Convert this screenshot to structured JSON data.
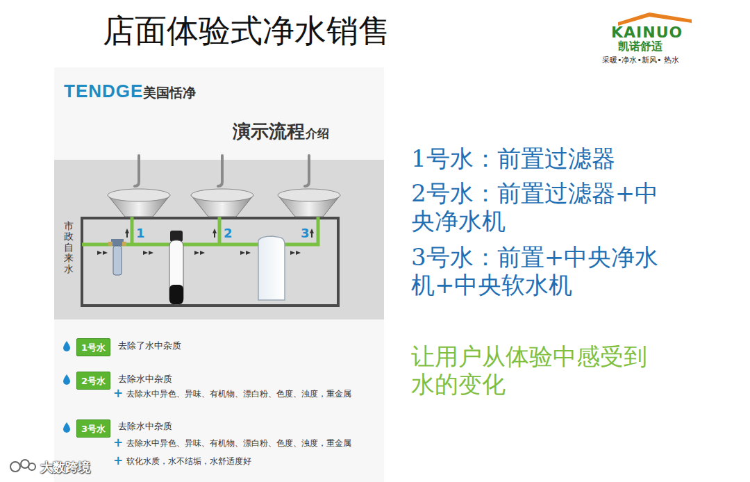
{
  "diagram": {
    "title": "店面体验式净水销售",
    "nodes": [
      {
        "text": [
          "市政自来水"
        ]
      },
      {
        "text": [
          "1号水"
        ]
      },
      {
        "text": [
          "2号水"
        ]
      },
      {
        "text": [
          "3号水"
        ]
      }
    ],
    "labels": [
      "KAINUO",
      "凯诺舒适",
      "采暖•净水•新风• 热水",
      "TENDGE",
      "美国恬净",
      "演示流程",
      "介绍",
      "1",
      "2",
      "3",
      "去除了水中杂质",
      "去除水中杂质",
      "+",
      "去除水中异色、异味、有机物、漂白粉、色度、浊度，重金属",
      "去除水中杂质",
      "+",
      "去除水中异色、异味、有机物、漂白粉、色度、浊度，重金属",
      "+",
      "软化水质，水不结垢，水舒适度好",
      "1号水：前置过滤器",
      "2号水：前置过滤器+中央净水机",
      "3号水：前置+中央净水机+中央软水机",
      "让用户从体验中感受到水的变化",
      "大数跨境"
    ]
  }
}
